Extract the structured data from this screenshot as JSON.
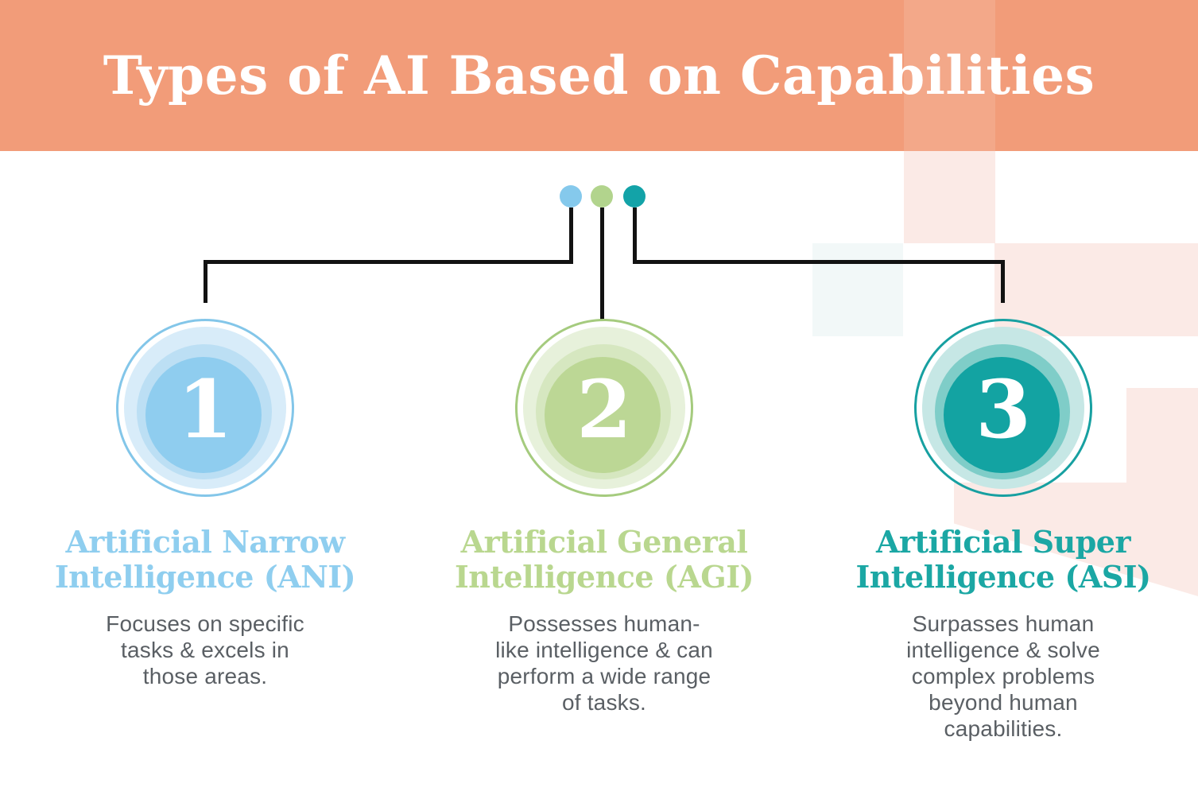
{
  "header": {
    "title": "Types of AI Based on Capabilities",
    "bg": "#F29C79",
    "text_color": "#FFFFFF"
  },
  "palette": {
    "connector": "#121212",
    "body_text": "#5A5F64",
    "canvas_bg": "#FFFFFF",
    "bg_accent_pink": "#FBEAE6",
    "bg_accent_blue": "#F2F8F8"
  },
  "items": [
    {
      "number": "1",
      "heading_lines": [
        "Artificial Narrow",
        "Intelligence (ANI)"
      ],
      "body_lines": [
        "Focuses on specific",
        "tasks & excels in",
        "those areas."
      ],
      "colors": {
        "dot": "#85C9EC",
        "ring": "#83C6E9",
        "light": "#D8ECF9",
        "mid": "#BCDFF4",
        "deep": "#8FCDEF",
        "accent": "#8FCEEF"
      }
    },
    {
      "number": "2",
      "heading_lines": [
        "Artificial General",
        "Intelligence (AGI)"
      ],
      "body_lines": [
        "Possesses human-",
        "like intelligence & can",
        "perform a wide range",
        "of tasks."
      ],
      "colors": {
        "dot": "#B2D48D",
        "ring": "#A5CB7E",
        "light": "#E7F1DB",
        "mid": "#D6E7C0",
        "deep": "#BCD795",
        "accent": "#B9D78F"
      }
    },
    {
      "number": "3",
      "heading_lines": [
        "Artificial Super",
        "Intelligence (ASI)"
      ],
      "body_lines": [
        "Surpasses human",
        "intelligence & solve",
        "complex problems",
        "beyond human",
        "capabilities."
      ],
      "colors": {
        "dot": "#13A3A8",
        "ring": "#17A0A1",
        "light": "#C6E7E5",
        "mid": "#7FCDC8",
        "deep": "#13A3A2",
        "accent": "#1BA7A4"
      }
    }
  ]
}
